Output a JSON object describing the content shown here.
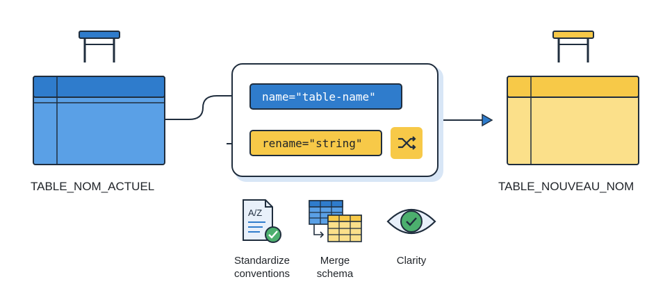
{
  "source_table": {
    "label": "TABLE_NOM_ACTUEL",
    "color": "#4a90e2"
  },
  "target_table": {
    "label": "TABLE_NOUVEAU_NOM",
    "color": "#f7cf5a"
  },
  "params": {
    "name_param": "name=\"table-name\"",
    "rename_param": "rename=\"string\""
  },
  "icons": {
    "shuffle": "shuffle-icon",
    "document": "document-check-icon",
    "merge": "merge-tables-icon",
    "eye": "eye-check-icon"
  },
  "benefits": [
    {
      "label": "Standardize\nconventions",
      "icon": "document-check-icon"
    },
    {
      "label": "Merge\nschema",
      "icon": "merge-tables-icon"
    },
    {
      "label": "Clarity",
      "icon": "eye-check-icon"
    }
  ],
  "colors": {
    "blue": "#2f7ccc",
    "blue_light": "#5aa0e6",
    "yellow": "#f7c948",
    "yellow_light": "#fbe08a",
    "outline": "#1f2d3d",
    "green": "#4caf6e"
  }
}
